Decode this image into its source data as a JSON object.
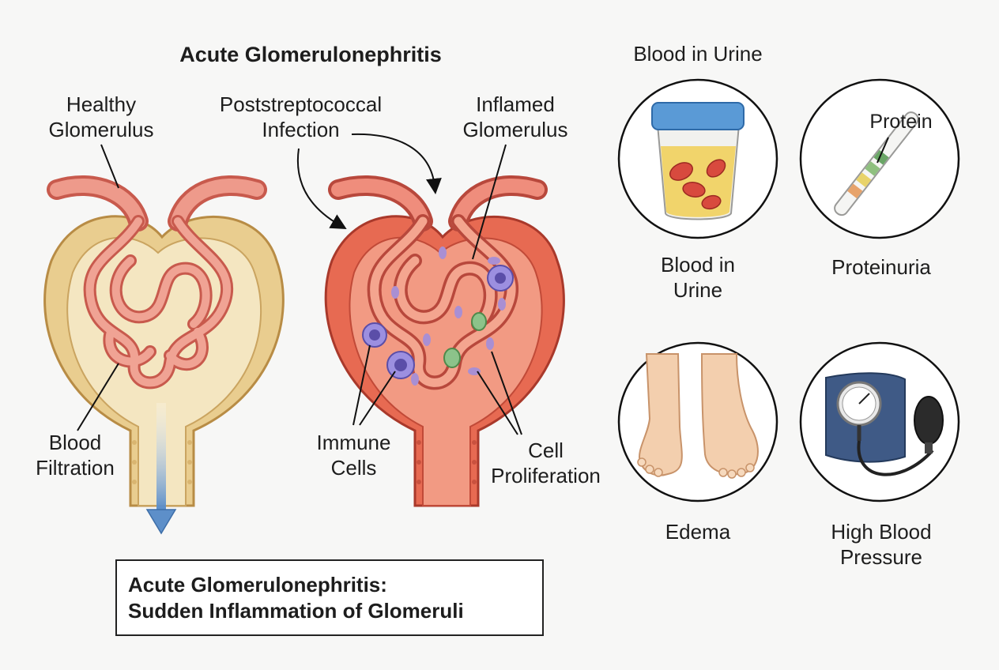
{
  "title": "Acute Glomerulonephritis",
  "labels": {
    "healthy_glomerulus": [
      "Healthy",
      "Glomerulus"
    ],
    "poststrep_infection": [
      "Poststreptococcal",
      "Infection"
    ],
    "inflamed_glomerulus": [
      "Inflamed",
      "Glomerulus"
    ],
    "blood_filtration": [
      "Blood",
      "Filtration"
    ],
    "immune_cells": [
      "Immune",
      "Cells"
    ],
    "cell_proliferation": [
      "Cell",
      "Proliferation"
    ]
  },
  "symptoms": {
    "header": "Blood in Urine",
    "items": [
      {
        "label": [
          "Blood in",
          "Urine"
        ],
        "icon": "urine-cup-icon"
      },
      {
        "label": [
          "Proteinuria"
        ],
        "icon": "test-strip-icon",
        "callout": "Protein"
      },
      {
        "label": [
          "Edema"
        ],
        "icon": "swollen-feet-icon"
      },
      {
        "label": [
          "High Blood",
          "Pressure"
        ],
        "icon": "blood-pressure-cuff-icon"
      }
    ]
  },
  "summary": [
    "Acute Glomerulonephritis:",
    "Sudden Inflammation of Glomeruli"
  ],
  "colors": {
    "vessel": "#e88a7c",
    "vessel_dark": "#b8483c",
    "capsule": "#e7c98a",
    "inflamed": "#e4654e",
    "immune_cell": "#8d7fd0",
    "arrow_blue": "#5d8fc9"
  }
}
